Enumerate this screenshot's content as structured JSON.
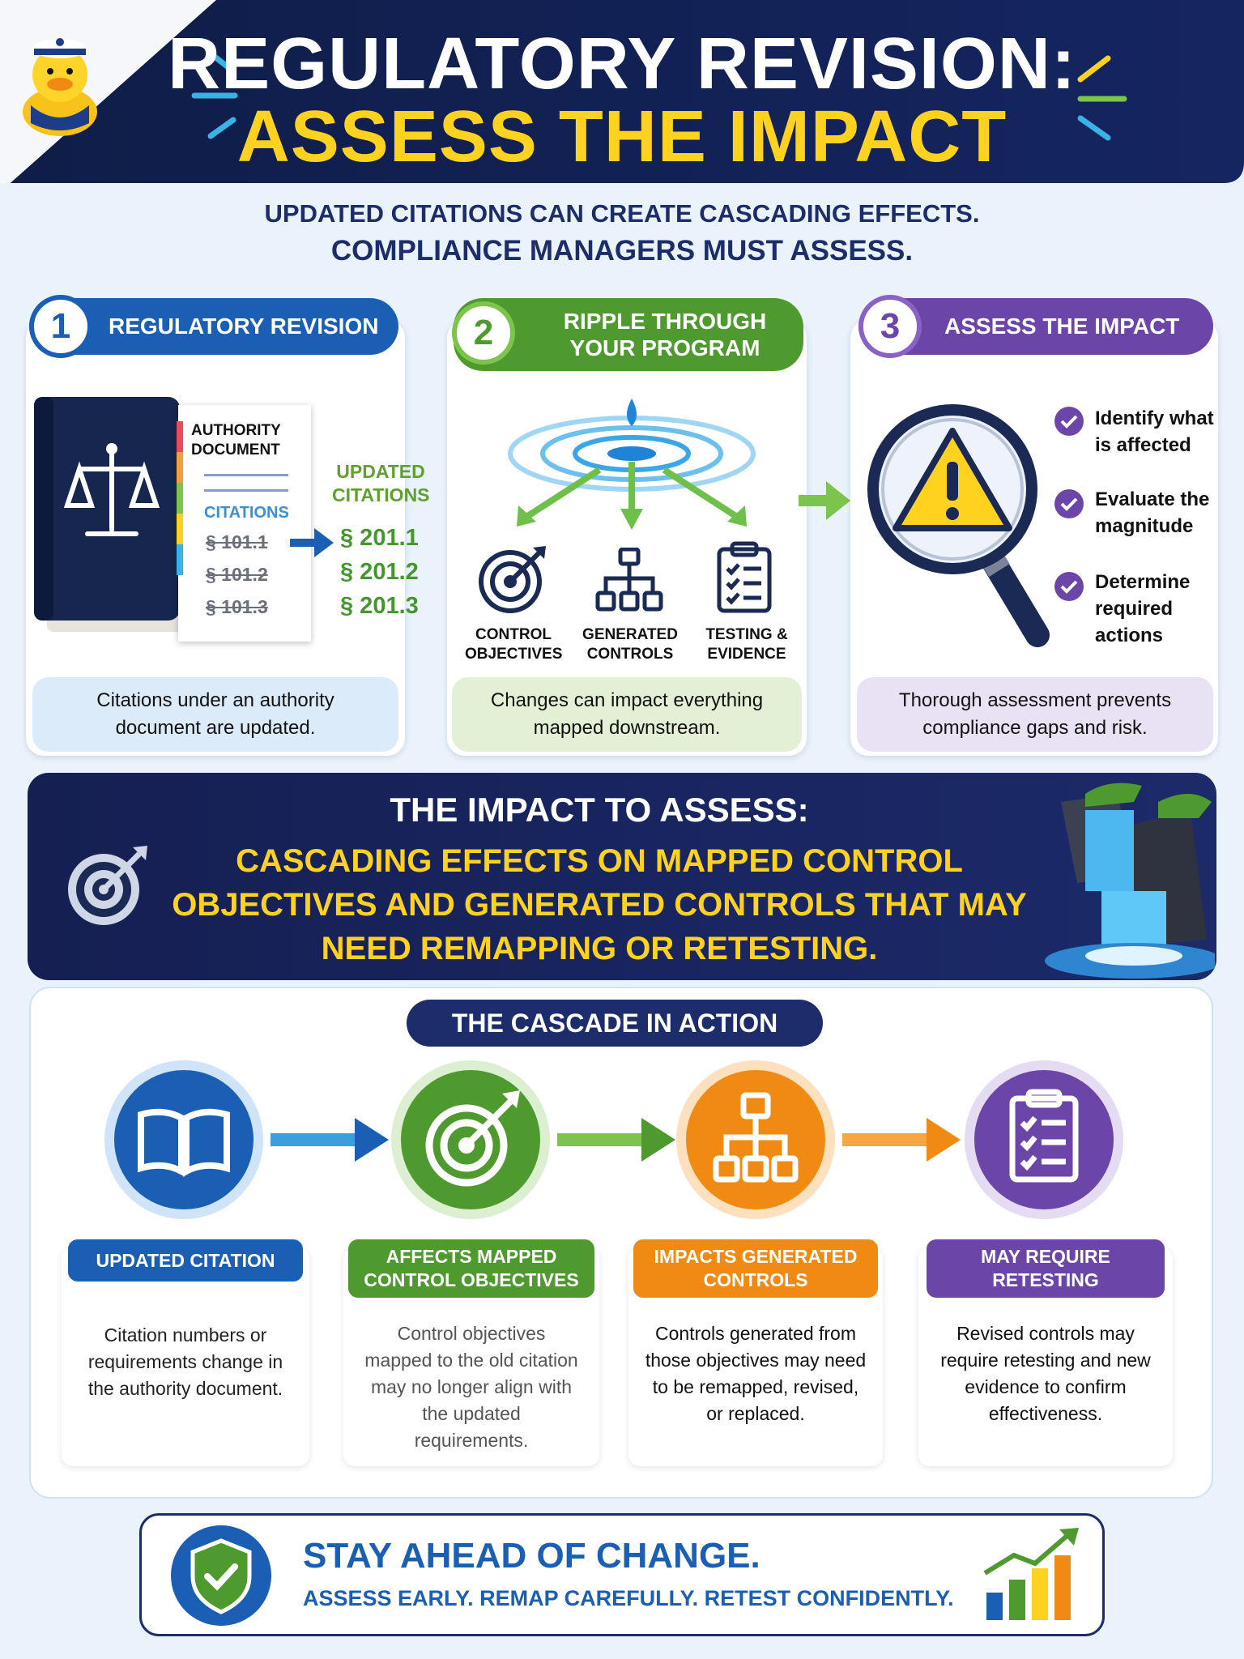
{
  "header": {
    "title_line1": "REGULATORY REVISION:",
    "title_line2": "ASSESS THE IMPACT"
  },
  "intro": {
    "line1": "UPDATED CITATIONS CAN CREATE CASCADING EFFECTS.",
    "line2": "COMPLIANCE MANAGERS MUST ASSESS."
  },
  "steps": [
    {
      "num": "1",
      "title": "REGULATORY REVISION",
      "caption": "Citations under an authority document are updated.",
      "color": "#1b5fb4"
    },
    {
      "num": "2",
      "title": "RIPPLE THROUGH YOUR PROGRAM",
      "caption": "Changes can impact everything mapped downstream.",
      "color": "#4f9a2e"
    },
    {
      "num": "3",
      "title": "ASSESS THE IMPACT",
      "caption": "Thorough assessment prevents compliance gaps and risk.",
      "color": "#6b45a8"
    }
  ],
  "step1": {
    "doc_label": "AUTHORITY DOCUMENT",
    "citations_label": "CITATIONS",
    "old_citations": [
      "§ 101.1",
      "§ 101.2",
      "§ 101.3"
    ],
    "updated_label": "UPDATED CITATIONS",
    "new_citations": [
      "§ 201.1",
      "§ 201.2",
      "§ 201.3"
    ]
  },
  "step2": {
    "items": [
      "CONTROL OBJECTIVES",
      "GENERATED CONTROLS",
      "TESTING & EVIDENCE"
    ]
  },
  "step3": {
    "checks": [
      "Identify what is affected",
      "Evaluate the magnitude",
      "Determine required actions"
    ]
  },
  "impact": {
    "heading": "THE IMPACT TO ASSESS:",
    "text": "CASCADING EFFECTS ON MAPPED CONTROL OBJECTIVES AND GENERATED CONTROLS THAT MAY NEED REMAPPING OR RETESTING."
  },
  "cascade": {
    "heading": "THE CASCADE IN ACTION",
    "stages": [
      {
        "title": "UPDATED CITATION",
        "text": "Citation numbers or requirements change in the authority document.",
        "color": "#1b5fb4",
        "icon": "book-icon"
      },
      {
        "title": "AFFECTS MAPPED CONTROL OBJECTIVES",
        "text": "Control objectives mapped to the old citation may no longer align with the updated requirements.",
        "color": "#4f9a2e",
        "icon": "target-icon"
      },
      {
        "title": "IMPACTS GENERATED CONTROLS",
        "text": "Controls generated from those objectives may need to be remapped, revised, or replaced.",
        "color": "#f08a12",
        "icon": "hierarchy-icon"
      },
      {
        "title": "MAY REQUIRE RETESTING",
        "text": "Revised controls may require retesting and new evidence to confirm effectiveness.",
        "color": "#6b45a8",
        "icon": "clipboard-icon"
      }
    ]
  },
  "footer": {
    "title": "STAY AHEAD OF CHANGE.",
    "tagline": "ASSESS EARLY. REMAP CAREFULLY. RETEST CONFIDENTLY."
  }
}
